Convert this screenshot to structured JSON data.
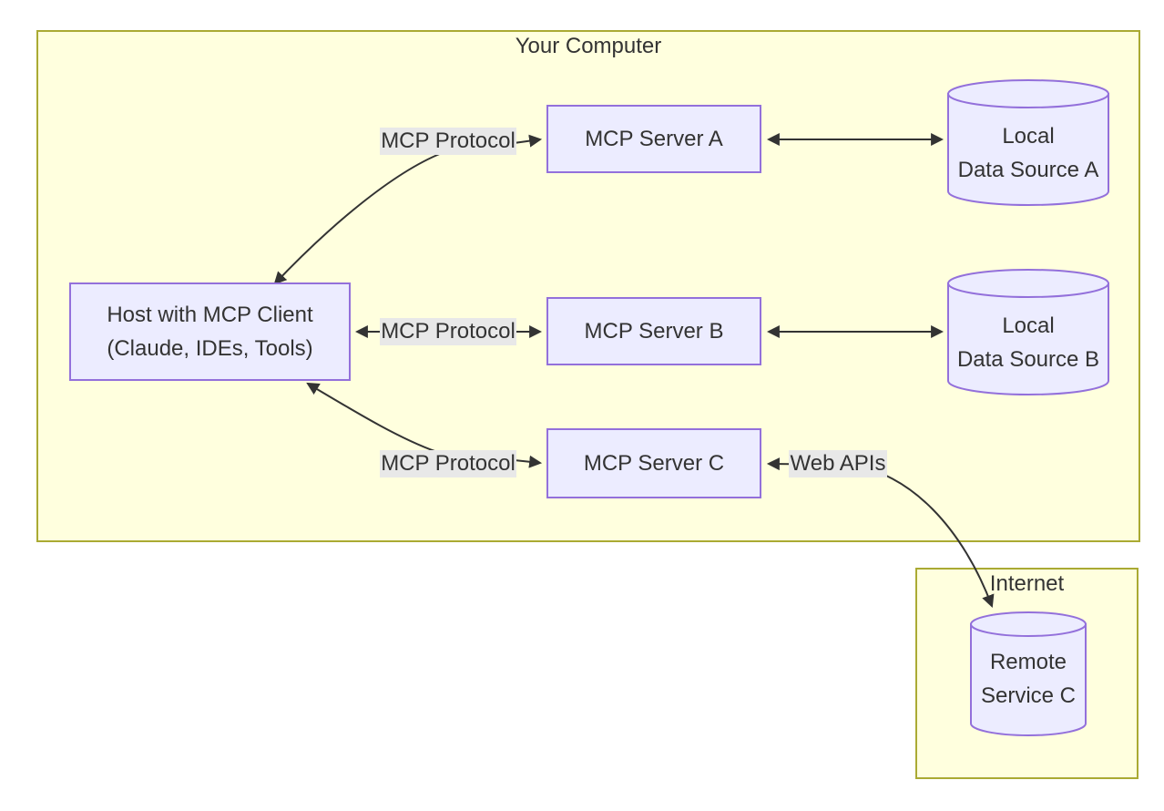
{
  "diagram": {
    "clusters": {
      "computer": {
        "title": "Your Computer"
      },
      "internet": {
        "title": "Internet"
      }
    },
    "nodes": {
      "host": {
        "line1": "Host with MCP Client",
        "line2": "(Claude, IDEs, Tools)"
      },
      "server_a": {
        "label": "MCP Server A"
      },
      "server_b": {
        "label": "MCP Server B"
      },
      "server_c": {
        "label": "MCP Server C"
      },
      "data_a": {
        "line1": "Local",
        "line2": "Data Source A"
      },
      "data_b": {
        "line1": "Local",
        "line2": "Data Source B"
      },
      "remote_c": {
        "line1": "Remote",
        "line2": "Service C"
      }
    },
    "edge_labels": {
      "protocol_a": "MCP Protocol",
      "protocol_b": "MCP Protocol",
      "protocol_c": "MCP Protocol",
      "web_apis": "Web APIs"
    },
    "colors": {
      "node_fill": "#ececff",
      "node_border": "#9370db",
      "cluster_fill": "#ffffde",
      "cluster_border": "#aaaa33",
      "edge": "#333333",
      "edge_label_bg": "#e8e8e8",
      "text": "#333333",
      "background": "#ffffff"
    }
  }
}
